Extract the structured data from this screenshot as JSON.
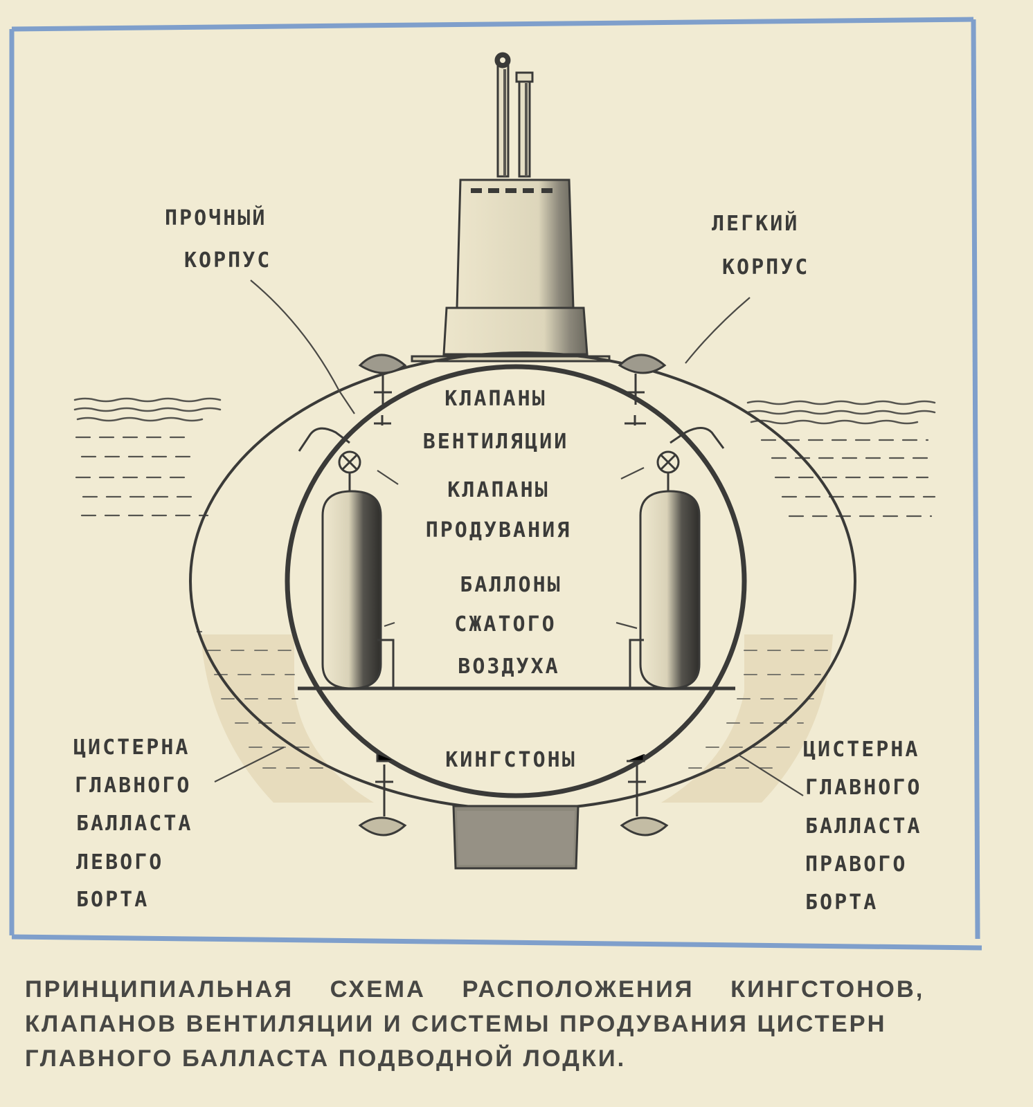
{
  "labels": {
    "pressure_hull": [
      "ПРОЧНЫЙ",
      "КОРПУС"
    ],
    "light_hull": [
      "ЛЕГКИЙ",
      "КОРПУС"
    ],
    "vent_valves": [
      "КЛАПАНЫ",
      "ВЕНТИЛЯЦИИ"
    ],
    "blow_valves": [
      "КЛАПАНЫ",
      "ПРОДУВАНИЯ"
    ],
    "air_cylinders": [
      "БАЛЛОНЫ",
      "СЖАТОГО",
      "ВОЗДУХА"
    ],
    "kingstons": "КИНГСТОНЫ",
    "tank_left": [
      "ЦИСТЕРНА",
      "ГЛАВНОГО",
      "БАЛЛАСТА",
      "ЛЕВОГО",
      "БОРТА"
    ],
    "tank_right": [
      "ЦИСТЕРНА",
      "ГЛАВНОГО",
      "БАЛЛАСТА",
      "ПРАВОГО",
      "БОРТА"
    ]
  },
  "caption": [
    "ПРИНЦИПИАЛЬНАЯ СХЕМА РАСПОЛОЖЕНИЯ КИНГСТОНОВ,",
    "КЛАПАНОВ ВЕНТИЛЯЦИИ И СИСТЕМЫ ПРОДУВАНИЯ ЦИСТЕРН",
    "ГЛАВНОГО БАЛЛАСТА ПОДВОДНОЙ ЛОДКИ."
  ],
  "colors": {
    "paper": "#f1ebd3",
    "frame": "#7f9fcb",
    "ink": "#3a3a38",
    "water": "#e7dec0"
  }
}
